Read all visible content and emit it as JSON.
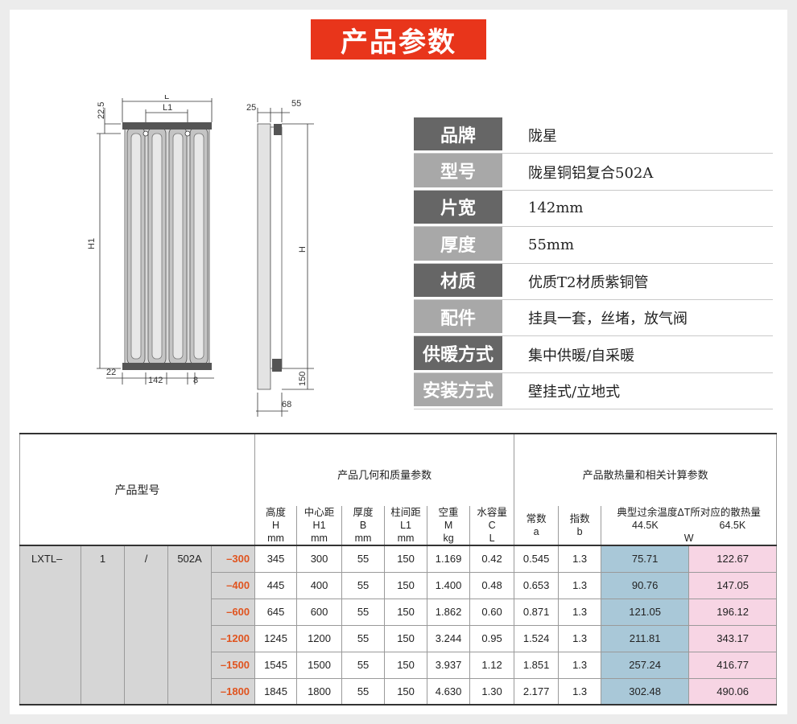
{
  "title": "产品参数",
  "drawing": {
    "dims": [
      "L",
      "L1",
      "22.5",
      "25",
      "55",
      "H1",
      "H",
      "22",
      "142",
      "8",
      "150",
      "68"
    ]
  },
  "specs": [
    {
      "key": "品牌",
      "value": "陇星",
      "style": "dark"
    },
    {
      "key": "型号",
      "value": "陇星铜铝复合502A",
      "style": "light"
    },
    {
      "key": "片宽",
      "value": "142mm",
      "style": "dark"
    },
    {
      "key": "厚度",
      "value": "55mm",
      "style": "light"
    },
    {
      "key": "材质",
      "value": "优质T2材质紫铜管",
      "style": "dark"
    },
    {
      "key": "配件",
      "value": "挂具一套，丝堵，放气阀",
      "style": "light"
    },
    {
      "key": "供暖方式",
      "value": "集中供暖/自采暖",
      "style": "dark"
    },
    {
      "key": "安装方式",
      "value": "壁挂式/立地式",
      "style": "light"
    }
  ],
  "table": {
    "model_header": "产品型号",
    "geo_header": "产品几何和质量参数",
    "heat_header": "产品散热量和相关计算参数",
    "columns": [
      {
        "name": "高度",
        "sym": "H",
        "unit": "mm"
      },
      {
        "name": "中心距",
        "sym": "H1",
        "unit": "mm"
      },
      {
        "name": "厚度",
        "sym": "B",
        "unit": "mm"
      },
      {
        "name": "柱间距",
        "sym": "L1",
        "unit": "mm"
      },
      {
        "name": "空重",
        "sym": "M",
        "unit": "kg"
      },
      {
        "name": "水容量",
        "sym": "C",
        "unit": "L"
      },
      {
        "name": "常数",
        "sym": "a",
        "unit": ""
      },
      {
        "name": "指数",
        "sym": "b",
        "unit": ""
      }
    ],
    "heat_col_title": "典型过余温度ΔT所对应的散热量",
    "heat_k1": "44.5K",
    "heat_k2": "64.5K",
    "heat_unit": "W",
    "model_parts": [
      "LXTL–",
      "1",
      "/",
      "502A"
    ],
    "rows": [
      {
        "suffix": "–300",
        "H": "345",
        "H1": "300",
        "B": "55",
        "L1": "150",
        "M": "1.169",
        "C": "0.42",
        "a": "0.545",
        "b": "1.3",
        "w1": "75.71",
        "w2": "122.67"
      },
      {
        "suffix": "–400",
        "H": "445",
        "H1": "400",
        "B": "55",
        "L1": "150",
        "M": "1.400",
        "C": "0.48",
        "a": "0.653",
        "b": "1.3",
        "w1": "90.76",
        "w2": "147.05"
      },
      {
        "suffix": "–600",
        "H": "645",
        "H1": "600",
        "B": "55",
        "L1": "150",
        "M": "1.862",
        "C": "0.60",
        "a": "0.871",
        "b": "1.3",
        "w1": "121.05",
        "w2": "196.12"
      },
      {
        "suffix": "–1200",
        "H": "1245",
        "H1": "1200",
        "B": "55",
        "L1": "150",
        "M": "3.244",
        "C": "0.95",
        "a": "1.524",
        "b": "1.3",
        "w1": "211.81",
        "w2": "343.17"
      },
      {
        "suffix": "–1500",
        "H": "1545",
        "H1": "1500",
        "B": "55",
        "L1": "150",
        "M": "3.937",
        "C": "1.12",
        "a": "1.851",
        "b": "1.3",
        "w1": "257.24",
        "w2": "416.77"
      },
      {
        "suffix": "–1800",
        "H": "1845",
        "H1": "1800",
        "B": "55",
        "L1": "150",
        "M": "4.630",
        "C": "1.30",
        "a": "2.177",
        "b": "1.3",
        "w1": "302.48",
        "w2": "490.06"
      }
    ]
  }
}
